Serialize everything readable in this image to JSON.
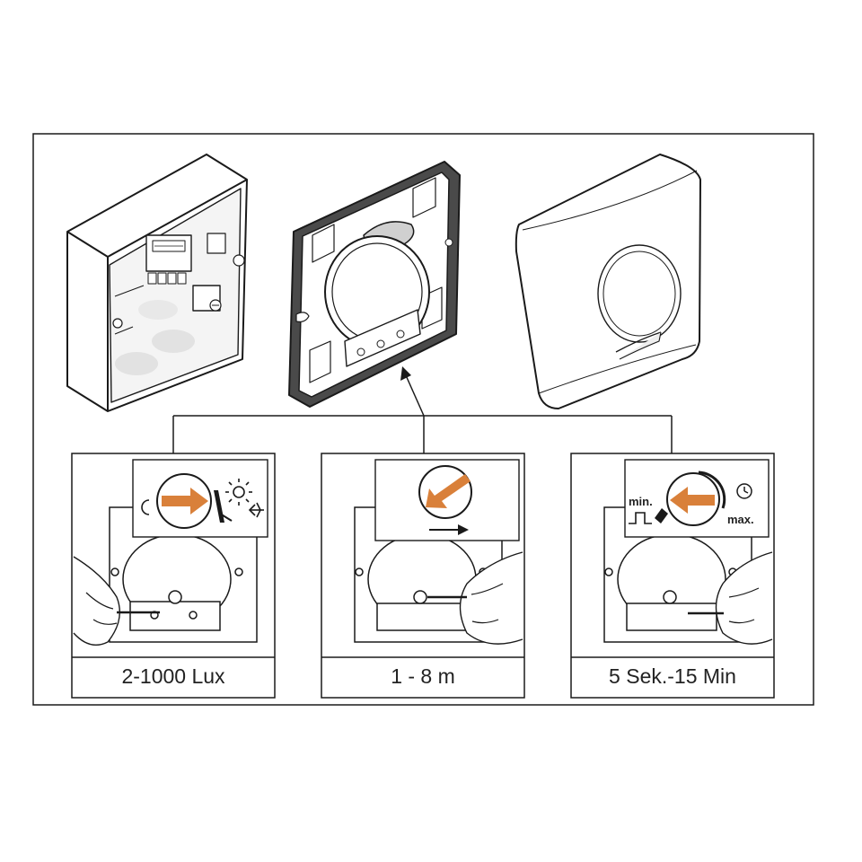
{
  "panels": [
    {
      "caption": "2-1000 Lux",
      "icon": "light-sensitivity-dial"
    },
    {
      "caption": "1 - 8 m",
      "icon": "detection-range-dial"
    },
    {
      "caption": "5 Sek.-15 Min",
      "icon": "time-delay-dial",
      "min_label": "min.",
      "max_label": "max."
    }
  ],
  "colors": {
    "accent_arrow": "#D9803A",
    "line": "#1a1a1a",
    "gray_fill": "#e6e6e6"
  }
}
